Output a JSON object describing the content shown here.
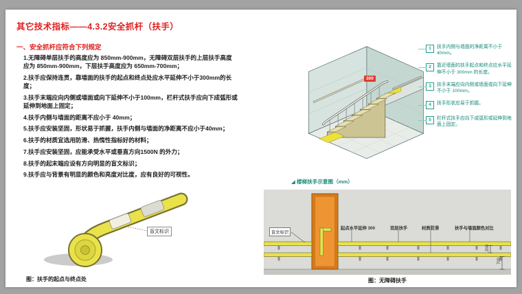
{
  "slide": {
    "title": "其它技术指标——4.3.2安全抓杆（扶手）",
    "section_heading": "一、安全抓杆应符合下列规定"
  },
  "requirements": {
    "items": [
      "1.无障碍单层扶手的高度应为 850mm-900mm，无障碍双层扶手的上层扶手高度应为 850mm-900mm，下层扶手高度应为 650mm-700mm；",
      "2.扶手应保持连贯，靠墙面的扶手的起点和终点处应水平延伸不小于300mm的长度；",
      "3.扶手末端应向内侧或墙面或向下延伸不小于100mm，栏杆式扶手应向下成弧形或延伸到地面上固定；",
      "4.扶手内侧与墙面的距离不应小于 40mm；",
      "5.扶手应安装坚固，形状易于抓握，扶手内侧与墙面的净距离不应小于40mm；",
      "6.扶手的材质宜选用防滑、热惰性指标好的材料；",
      "7.扶手应安装坚固，应能承受水平或垂直方向1500N 的外力；",
      "8.扶手的起末端应设有方向明显的盲文标识；",
      "9.扶手应与背景有明显的颜色和亮度对比度，应有良好的可视性。"
    ]
  },
  "stair_figure": {
    "caption": "◢ 楼梯扶手示意图（mm）",
    "dim_badge": "300",
    "callouts": [
      {
        "num": "1",
        "text": "扶手内侧与墙面的净距离不小于 40mm。"
      },
      {
        "num": "2",
        "text": "靠近墙面的扶手起点和终点应水平延伸不小于 300mm 的长度。"
      },
      {
        "num": "3",
        "text": "扶手末端应向内侧或墙面或向下延伸不小于 100mm。"
      },
      {
        "num": "4",
        "text": "扶手形状应易于抓握。"
      },
      {
        "num": "5",
        "text": "栏杆式扶手应向下成弧形或延伸到地面上固定。"
      }
    ]
  },
  "end_figure": {
    "braille_label": "盲文标识",
    "caption": "图：扶手的起点与终点处"
  },
  "elevation_figure": {
    "labels": {
      "braille": "盲文标识",
      "extension": "起点水平延伸 300",
      "double_rail": "双层扶手",
      "material": "材质防滑",
      "contrast": "扶手与墙面颜色对比"
    },
    "dims": {
      "between_rails": "200",
      "lower_to_floor": "700"
    },
    "caption": "图：无障碍扶手"
  },
  "colors": {
    "accent_red": "#e02020",
    "teal": "#1f9d8b",
    "handrail_yellow": "#e9e24b",
    "door_orange": "#d97b17",
    "page_bg": "#a3a3a3"
  }
}
